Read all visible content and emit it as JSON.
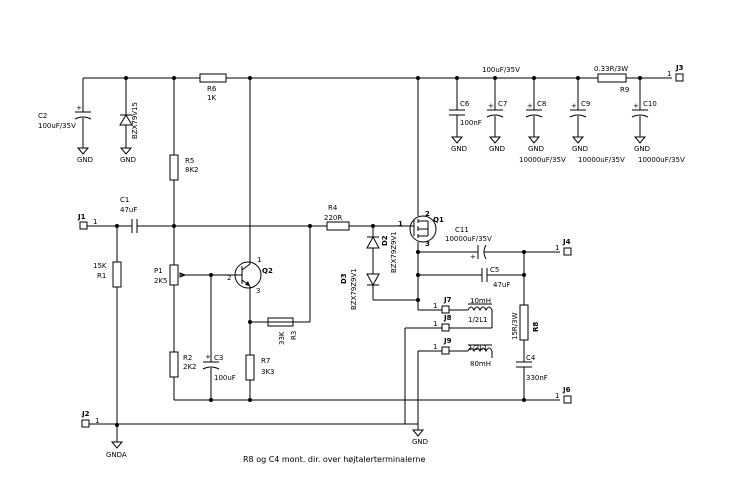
{
  "components": {
    "c2": {
      "ref": "C2",
      "value": "100uF/35V"
    },
    "d_top": {
      "value": "BZX79V15"
    },
    "r6": {
      "ref": "R6",
      "value": "1K"
    },
    "r5": {
      "ref": "R5",
      "value": "8K2"
    },
    "r1": {
      "ref": "R1",
      "value": "15K"
    },
    "c1": {
      "ref": "C1",
      "value": "47uF"
    },
    "p1": {
      "ref": "P1",
      "value": "2K5"
    },
    "r2": {
      "ref": "R2",
      "value": "2K2"
    },
    "c3": {
      "ref": "C3",
      "value": "100uF"
    },
    "r7": {
      "ref": "R7",
      "value": "3K3"
    },
    "q2": {
      "ref": "Q2"
    },
    "r3": {
      "ref": "R3",
      "value": "33K"
    },
    "r4": {
      "ref": "R4",
      "value": "220R"
    },
    "d2": {
      "ref": "D2",
      "value": "BZX79Z9V1"
    },
    "d3": {
      "ref": "D3",
      "value": "BZX79Z9V1"
    },
    "q1": {
      "ref": "Q1"
    },
    "c11": {
      "ref": "C11",
      "value": "10000uF/35V"
    },
    "c5": {
      "ref": "C5",
      "value": "47uF"
    },
    "c6": {
      "ref": "C6",
      "value": "100nF"
    },
    "c7": {
      "ref": "C7"
    },
    "c7_value": "100uF/35V",
    "c8": {
      "ref": "C8",
      "value": "10000uF/35V"
    },
    "c9": {
      "ref": "C9",
      "value": "10000uF/35V"
    },
    "c10": {
      "ref": "C10",
      "value": "10000uF/35V"
    },
    "r9": {
      "ref": "R9",
      "value": "0.33R/3W"
    },
    "r8": {
      "ref": "R8",
      "value": "15R/3W"
    },
    "c4": {
      "ref": "C4",
      "value": "330nF"
    },
    "l_top": {
      "value": "10mH",
      "part": "1/2L1"
    },
    "l_bot": {
      "value": "80mH",
      "part": "1/2L1"
    }
  },
  "connectors": {
    "j1": "J1",
    "j2": "J2",
    "j3": "J3",
    "j4": "J4",
    "j6": "J6",
    "j7": "J7",
    "j8": "J8",
    "j9": "J9"
  },
  "pins": {
    "one": "1",
    "two": "2",
    "three": "3"
  },
  "power": {
    "gnd": "GND",
    "gnda": "GNDA"
  },
  "polarity": "+",
  "caption": "R8 og C4 mont. dir. over højtalerterminalerne"
}
